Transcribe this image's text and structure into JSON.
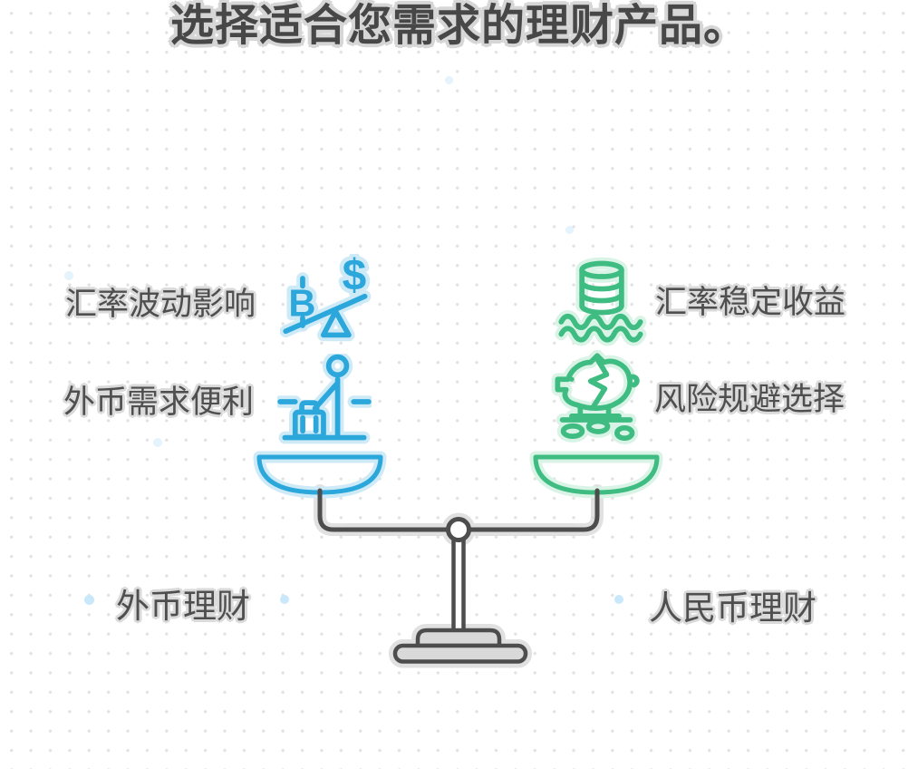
{
  "title": "选择适合您需求的理财产品。",
  "balance": {
    "left": {
      "label": "外币理财",
      "accent_color": "#2ba7db",
      "glow_color": "#cfeaf7",
      "features": [
        {
          "text": "汇率波动影响",
          "icon": "currency-seesaw-icon"
        },
        {
          "text": "外币需求便利",
          "icon": "traveler-luggage-icon"
        }
      ]
    },
    "right": {
      "label": "人民币理财",
      "accent_color": "#3ebc81",
      "glow_color": "#d9f3e6",
      "features": [
        {
          "text": "汇率稳定收益",
          "icon": "coin-stack-waves-icon"
        },
        {
          "text": "风险规避选择",
          "icon": "broken-piggy-bank-icon"
        }
      ]
    }
  },
  "icons": {
    "seesaw_symbols": {
      "low_side": "B",
      "high_side": "$"
    }
  },
  "colors": {
    "text": "#4f4f4f",
    "text_halo": "#dadada",
    "stand_stroke": "#4d4d4d",
    "stand_fill": "#d9d9d9",
    "background_dot": "#e2e2e2"
  }
}
